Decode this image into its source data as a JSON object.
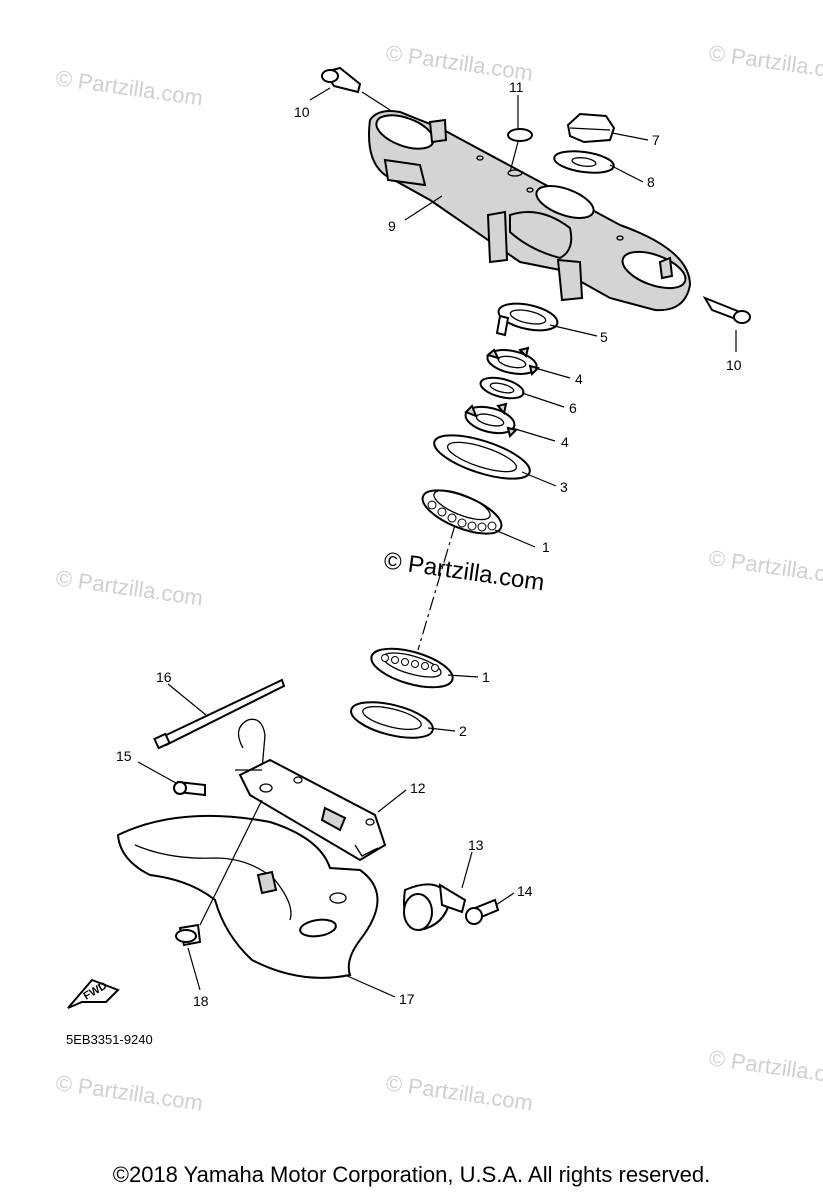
{
  "watermarks": {
    "text": "© Partzilla.com",
    "center_text": "© Partzilla.com"
  },
  "callouts": [
    "1",
    "1",
    "2",
    "3",
    "4",
    "4",
    "5",
    "6",
    "7",
    "8",
    "9",
    "10",
    "10",
    "11",
    "12",
    "13",
    "14",
    "15",
    "16",
    "17",
    "18"
  ],
  "diagram_code": "5EB3351-9240",
  "fwd_label": "FWD",
  "copyright": "©2018 Yamaha Motor Corporation, U.S.A. All rights reserved."
}
